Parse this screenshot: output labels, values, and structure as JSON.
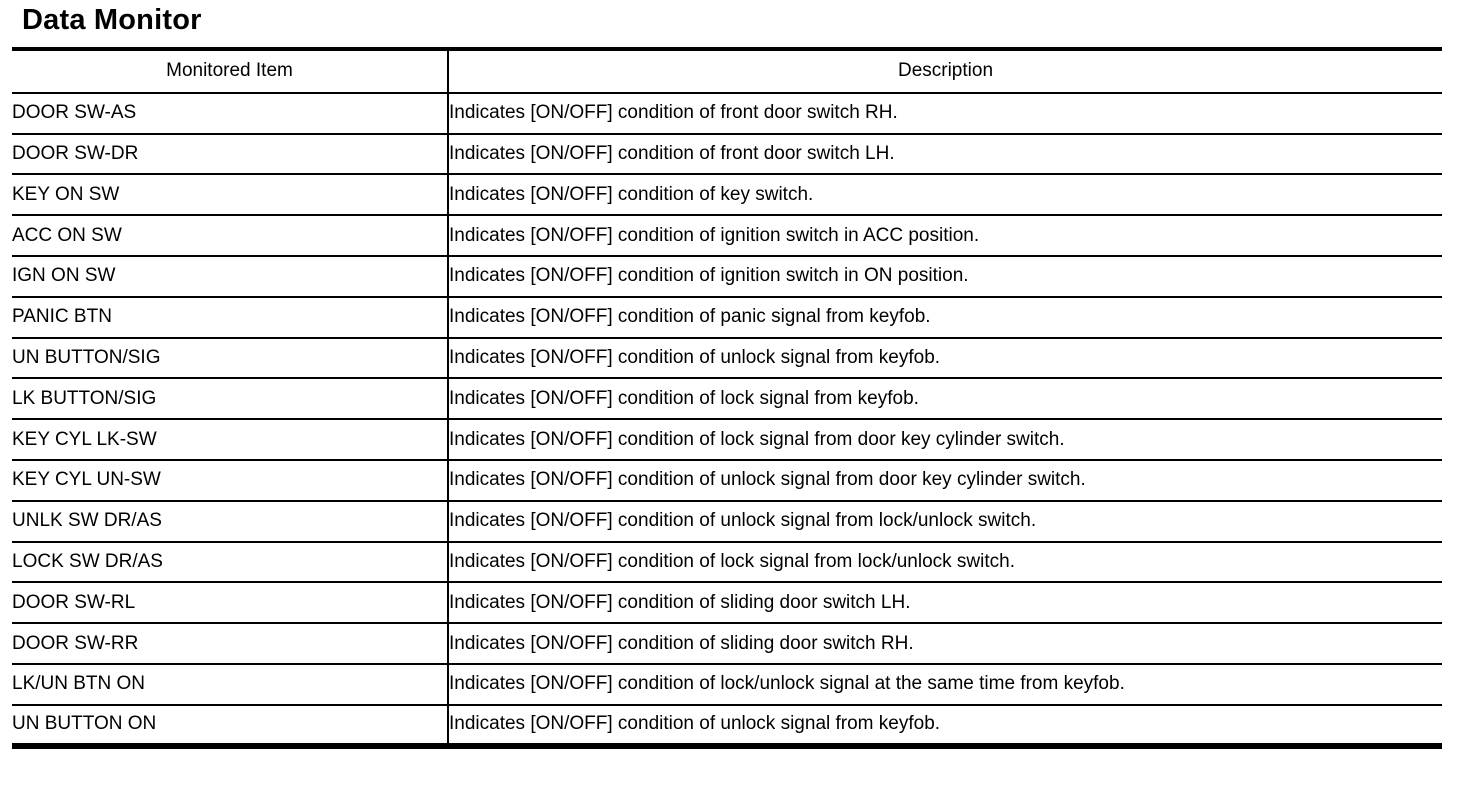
{
  "page": {
    "title": "Data Monitor"
  },
  "colors": {
    "text": "#000000",
    "background": "#ffffff",
    "border": "#000000"
  },
  "table": {
    "headers": {
      "item": "Monitored Item",
      "description": "Description"
    },
    "rows": [
      {
        "item": "DOOR SW-AS",
        "description": "Indicates [ON/OFF] condition of front door switch RH."
      },
      {
        "item": "DOOR SW-DR",
        "description": "Indicates [ON/OFF] condition of front door switch LH."
      },
      {
        "item": "KEY ON SW",
        "description": "Indicates [ON/OFF] condition of key switch."
      },
      {
        "item": "ACC ON SW",
        "description": "Indicates [ON/OFF] condition of ignition switch in ACC position."
      },
      {
        "item": "IGN ON SW",
        "description": "Indicates [ON/OFF] condition of ignition switch in ON position."
      },
      {
        "item": "PANIC BTN",
        "description": "Indicates [ON/OFF] condition of panic signal from keyfob."
      },
      {
        "item": "UN BUTTON/SIG",
        "description": "Indicates [ON/OFF] condition of unlock signal from keyfob."
      },
      {
        "item": "LK BUTTON/SIG",
        "description": "Indicates [ON/OFF] condition of lock signal from keyfob."
      },
      {
        "item": "KEY CYL LK-SW",
        "description": "Indicates [ON/OFF] condition of lock signal from door key cylinder switch."
      },
      {
        "item": "KEY CYL UN-SW",
        "description": "Indicates [ON/OFF] condition of unlock signal from door key cylinder switch."
      },
      {
        "item": "UNLK SW DR/AS",
        "description": "Indicates [ON/OFF] condition of unlock signal from lock/unlock switch."
      },
      {
        "item": "LOCK SW DR/AS",
        "description": "Indicates [ON/OFF] condition of lock signal from lock/unlock switch."
      },
      {
        "item": "DOOR SW-RL",
        "description": "Indicates [ON/OFF] condition of sliding door switch LH."
      },
      {
        "item": "DOOR SW-RR",
        "description": "Indicates [ON/OFF] condition of sliding door switch RH."
      },
      {
        "item": "LK/UN BTN ON",
        "description": "Indicates [ON/OFF] condition of lock/unlock signal at the same time from keyfob."
      },
      {
        "item": "UN BUTTON ON",
        "description": "Indicates [ON/OFF] condition of unlock signal from keyfob."
      }
    ]
  }
}
